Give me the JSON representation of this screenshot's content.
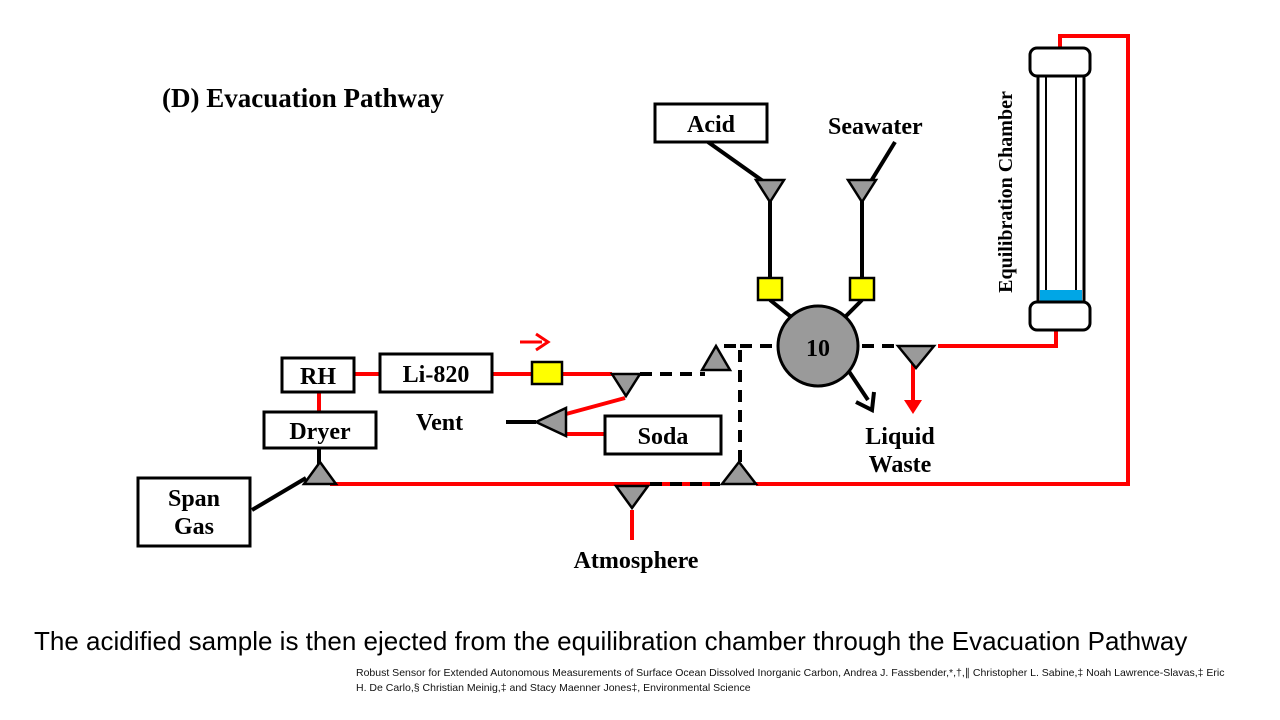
{
  "diagram": {
    "title": "(D)  Evacuation Pathway",
    "chamber_label": "Equilibration Chamber",
    "valve_label": "10",
    "labels": {
      "acid": "Acid",
      "seawater": "Seawater",
      "rh": "RH",
      "li820": "Li-820",
      "dryer": "Dryer",
      "vent": "Vent",
      "soda": "Soda",
      "span_gas_line1": "Span",
      "span_gas_line2": "Gas",
      "liquid_waste_line1": "Liquid",
      "liquid_waste_line2": "Waste",
      "atmosphere": "Atmosphere"
    },
    "colors": {
      "active_flow": "#ff0000",
      "inactive_line": "#000000",
      "valve_fill": "#9a9a9a",
      "connector_fill": "#ffff00",
      "chamber_water": "#00a6e6"
    }
  },
  "caption": {
    "text": "The acidified sample is then ejected from the equilibration chamber through the Evacuation Pathway"
  },
  "citation": {
    "text": "Robust Sensor for Extended Autonomous Measurements of Surface Ocean Dissolved Inorganic Carbon, Andrea J. Fassbender,*,†,∥ Christopher L. Sabine,‡ Noah Lawrence-Slavas,‡ Eric H. De Carlo,§ Christian Meinig,‡ and Stacy Maenner Jones‡, Environmental Science"
  }
}
